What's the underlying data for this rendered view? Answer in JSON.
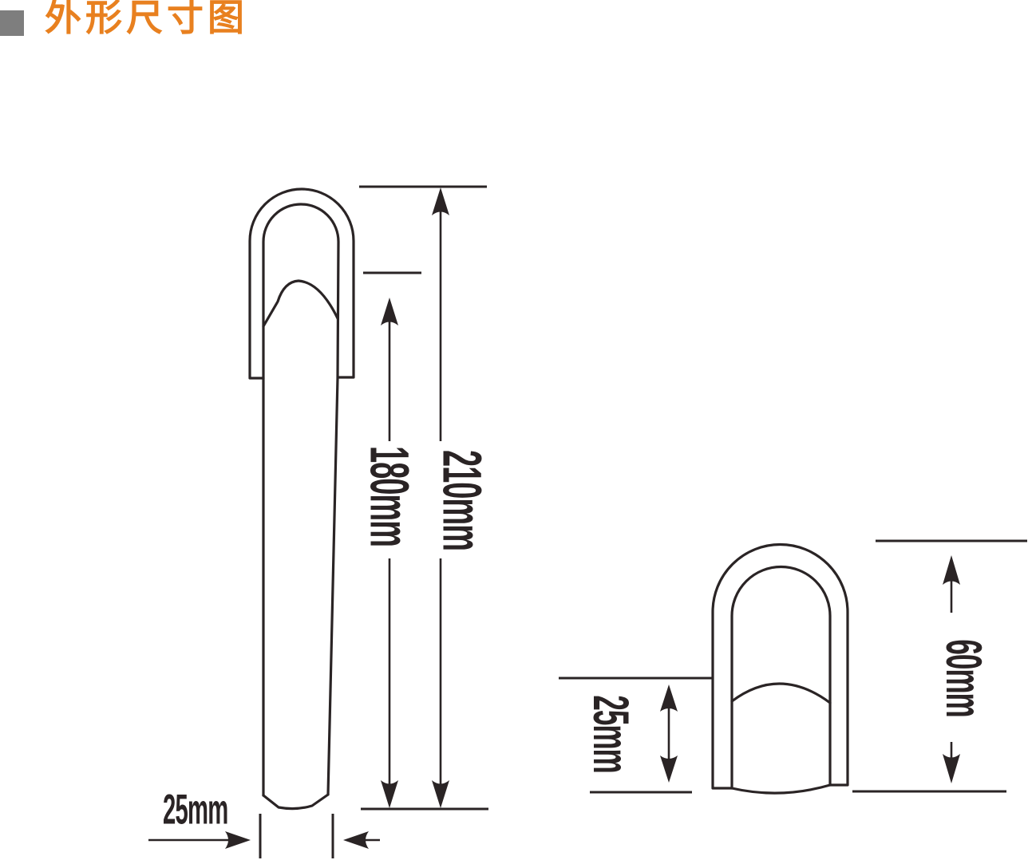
{
  "page": {
    "background": "#ffffff",
    "line_color": "#2a2425"
  },
  "header": {
    "title": "外形尺寸图",
    "title_color": "#e8801f",
    "bullet_color": "#7e7e7e"
  },
  "front_view": {
    "dim_probe_length": "180mm",
    "dim_total_height": "210mm",
    "dim_width": "25mm"
  },
  "side_view": {
    "dim_exposed_tip": "25mm",
    "dim_height": "60mm"
  }
}
